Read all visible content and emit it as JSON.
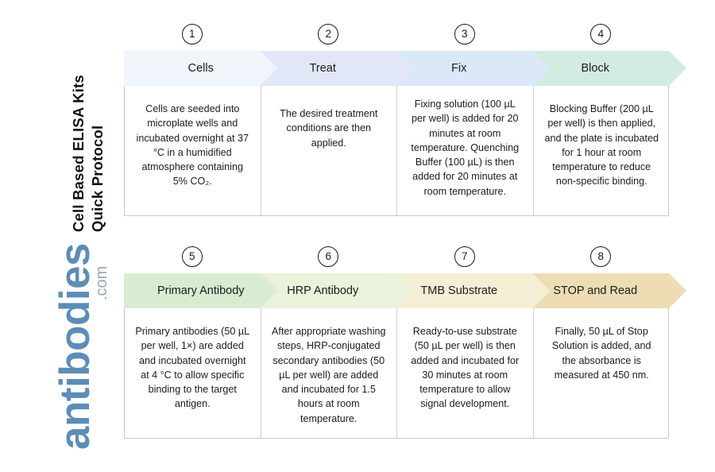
{
  "title": {
    "line1": "Cell Based ELISA Kits",
    "line2": "Quick Protocol"
  },
  "brand": {
    "name": "antibodies",
    "tld": ".com",
    "color": "#5b8db8"
  },
  "flow": {
    "rows": [
      {
        "row_id": "row-1",
        "steps": [
          {
            "number": "1",
            "label": "Cells",
            "body": "Cells are seeded into microplate wells and incubated overnight at 37 °C in a humidified atmosphere containing 5% CO₂.",
            "fill": "#f0f4fb",
            "stroke": "#7491b8"
          },
          {
            "number": "2",
            "label": "Treat",
            "body": "The desired treatment conditions are then applied.",
            "fill": "#e2e7f7",
            "stroke": "#5f7fb0"
          },
          {
            "number": "3",
            "label": "Fix",
            "body": "Fixing solution (100 µL per well) is added for 20 minutes at room temperature. Quenching Buffer (100 µL) is then added for 20 minutes at room temperature.",
            "fill": "#dbe8f7",
            "stroke": "#3f6f9c"
          },
          {
            "number": "4",
            "label": "Block",
            "body": "Blocking Buffer (200 µL per well) is then applied, and the plate is incubated for 1 hour at room temperature to reduce non-specific binding.",
            "fill": "#d2ece1",
            "stroke": "#3f7a6d"
          }
        ]
      },
      {
        "row_id": "row-2",
        "steps": [
          {
            "number": "5",
            "label": "Primary Antibody",
            "body": "Primary antibodies (50 µL per well, 1×) are added and incubated overnight at 4 °C to allow specific binding to the target antigen.",
            "fill": "#d9ecd2",
            "stroke": "#4a7c2f"
          },
          {
            "number": "6",
            "label": "HRP Antibody",
            "body": "After appropriate washing steps, HRP-conjugated secondary antibodies (50 µL per well) are added and incubated for 1.5 hours at room temperature.",
            "fill": "#e9f2db",
            "stroke": "#7f9a33"
          },
          {
            "number": "7",
            "label": "TMB Substrate",
            "body": "Ready-to-use substrate (50 µL per well) is then added and incubated for 30 minutes at room temperature to allow signal development.",
            "fill": "#f4efd4",
            "stroke": "#a08a2c"
          },
          {
            "number": "8",
            "label": "STOP and Read",
            "body": "Finally, 50 µL of Stop Solution is added, and the absorbance is measured at 450 nm.",
            "fill": "#eddcb4",
            "stroke": "#9a7a2a"
          }
        ]
      }
    ]
  }
}
